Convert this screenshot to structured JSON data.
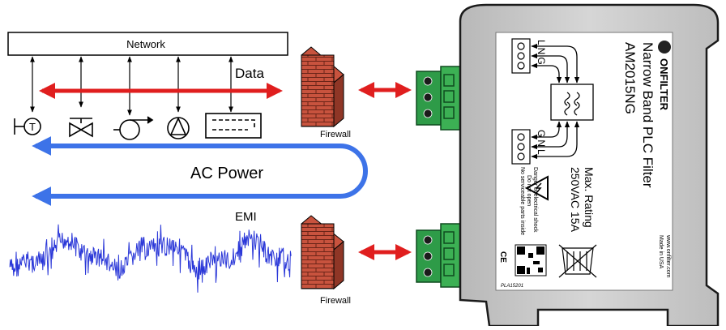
{
  "network": {
    "label": "Network"
  },
  "data_bus": {
    "label": "Data",
    "color": "#e01e1e"
  },
  "power": {
    "label": "AC Power",
    "color": "#3d73e8"
  },
  "emi": {
    "label": "EMI",
    "color": "#2a37d8"
  },
  "firewalls": [
    {
      "label": "Firewall"
    },
    {
      "label": "Firewall"
    }
  ],
  "field_devices": [
    {
      "icon": "thermostat-icon",
      "symbol": "T"
    },
    {
      "icon": "valve-icon"
    },
    {
      "icon": "pump-icon"
    },
    {
      "icon": "fan-icon"
    },
    {
      "icon": "heater-icon"
    }
  ],
  "device": {
    "brand": "ONFILTER",
    "product": "Narrow Band PLC Filter",
    "model": "AM2015NG",
    "terminals_top": "LNG",
    "terminals_bottom": "GNL",
    "rating_line1": "Max. Rating",
    "rating_line2": "250VAC 15A",
    "warning_lines": [
      "No serviceable parts inside",
      "Do not open",
      "Danger of electrical shock"
    ],
    "made_in": "Made in USA",
    "website": "www.onfilter.com",
    "part_number": "PLA15201",
    "housing_color": "#c9c9c9",
    "terminal_color": "#2e9b48"
  }
}
